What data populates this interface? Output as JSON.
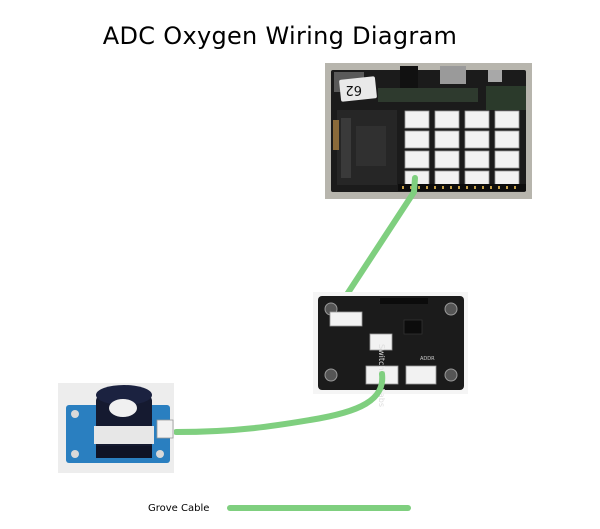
{
  "diagram": {
    "title": "ADC Oxygen Wiring Diagram",
    "main_board": {
      "sticker_text": "62"
    },
    "adc_board": {
      "brand_text": "SwitchDoc Labs",
      "addr_text": "ADDR"
    },
    "legend": {
      "label": "Grove Cable"
    },
    "colors": {
      "cable": "#7fcf7f",
      "board": "#1b1b1b",
      "grove_port": "#f2f2f2",
      "sensor_board": "#2a7fc0"
    }
  }
}
